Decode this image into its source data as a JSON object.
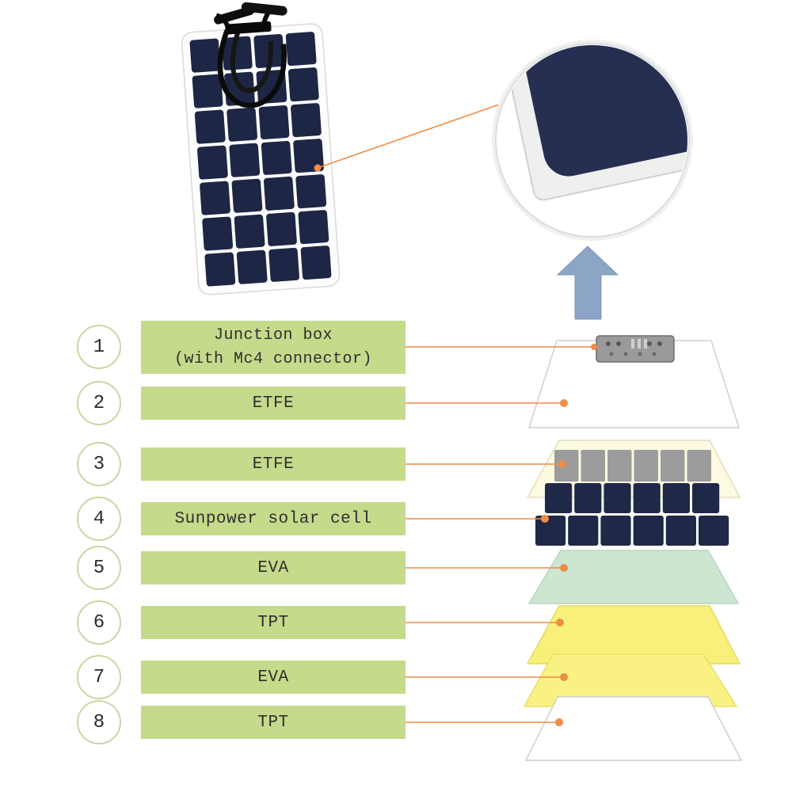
{
  "legend": {
    "items": [
      {
        "number": "1",
        "label": "Junction box",
        "label2": "(with Mc4 connector)"
      },
      {
        "number": "2",
        "label": "ETFE"
      },
      {
        "number": "3",
        "label": "ETFE"
      },
      {
        "number": "4",
        "label": "Sunpower solar cell"
      },
      {
        "number": "5",
        "label": "EVA"
      },
      {
        "number": "6",
        "label": "TPT"
      },
      {
        "number": "7",
        "label": "EVA"
      },
      {
        "number": "8",
        "label": "TPT"
      }
    ],
    "bar_color": "#c5da8a",
    "number_circle_border": "#c9d7a2",
    "connector_color": "#ef8c45"
  },
  "stack": {
    "sheets": [
      {
        "name": "etfe-top-sheet",
        "color": "#ffffff"
      },
      {
        "name": "etfe-inner-sheet",
        "color": "#fdfae2"
      },
      {
        "name": "eva-upper-sheet",
        "color": "#cde6d2"
      },
      {
        "name": "tpt-upper-sheet",
        "color": "#f8f07a"
      },
      {
        "name": "eva-lower-sheet",
        "color": "#f9f283"
      },
      {
        "name": "tpt-bottom-sheet",
        "color": "#ffffff"
      }
    ],
    "cell_color": "#1f2847",
    "shaded_cell_color": "#9c9c9c",
    "junction_box_color": "#9a9a9a"
  },
  "panel_photo": {
    "cell_color": "#1d2644",
    "frame_color": "#fdfdfd"
  },
  "zoom_view": {
    "panel_color": "#262f52",
    "edge_color": "#efefef"
  },
  "arrow_color": "#8ca5c6"
}
